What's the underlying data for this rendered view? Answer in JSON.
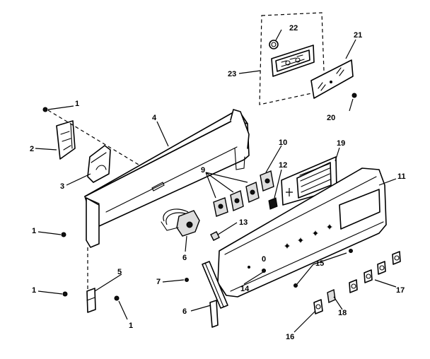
{
  "callouts": {
    "c1a": "1",
    "c1b": "1",
    "c1c": "1",
    "c1d": "1",
    "c2": "2",
    "c3": "3",
    "c4": "4",
    "c5": "5",
    "c6a": "6",
    "c6b": "6",
    "c7": "7",
    "c9": "9",
    "c10": "10",
    "c11": "11",
    "c12": "12",
    "c13": "13",
    "c14": "14",
    "c15": "15",
    "c16": "16",
    "c17": "17",
    "c18": "18",
    "c19": "19",
    "c20": "20",
    "c21": "21",
    "c22": "22",
    "c23": "23"
  },
  "panel_marks": {
    "dial_zero": "0"
  }
}
